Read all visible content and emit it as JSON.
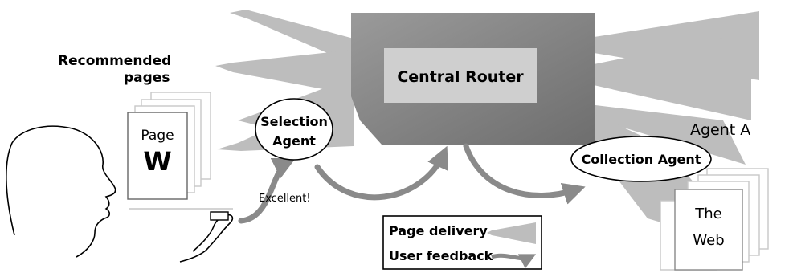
{
  "labels": {
    "recommended_line1": "Recommended",
    "recommended_line2": "pages",
    "central_router": "Central Router",
    "selection_line1": "Selection",
    "selection_line2": "Agent",
    "agent_a": "Agent A",
    "collection_agent": "Collection Agent",
    "page_line1": "Page",
    "page_line2": "W",
    "web_line1": "The",
    "web_line2": "Web",
    "feedback": "Excellent!"
  },
  "legend": {
    "page_delivery": "Page delivery",
    "user_feedback": "User feedback"
  },
  "colors": {
    "router_dark": "#7a7a7a",
    "router_light": "#cfcfcf",
    "delivery_arrow": "#bdbdbd",
    "feedback_arrow": "#8a8a8a",
    "ink": "#000000"
  }
}
